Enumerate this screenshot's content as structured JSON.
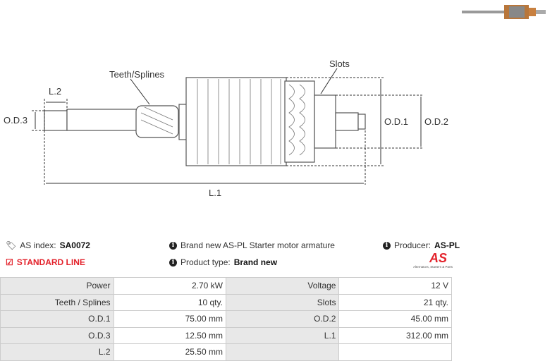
{
  "diagram": {
    "labels": {
      "teeth": "Teeth/Splines",
      "slots": "Slots",
      "od1": "O.D.1",
      "od2": "O.D.2",
      "od3": "O.D.3",
      "l1": "L.1",
      "l2": "L.2"
    }
  },
  "info": {
    "as_index_label": "AS index:",
    "as_index": "SA0072",
    "line": "STANDARD LINE",
    "description": "Brand new AS-PL Starter motor armature",
    "product_type_label": "Product type:",
    "product_type": "Brand new",
    "producer_label": "Producer:",
    "producer": "AS-PL",
    "logo_text": "AS",
    "logo_tagline": "Alternators, Starters & Parts"
  },
  "specs": [
    [
      {
        "k": "Power",
        "v": "2.70 kW"
      },
      {
        "k": "Voltage",
        "v": "12 V"
      }
    ],
    [
      {
        "k": "Teeth / Splines",
        "v": "10 qty."
      },
      {
        "k": "Slots",
        "v": "21 qty."
      }
    ],
    [
      {
        "k": "O.D.1",
        "v": "75.00 mm"
      },
      {
        "k": "O.D.2",
        "v": "45.00 mm"
      }
    ],
    [
      {
        "k": "O.D.3",
        "v": "12.50 mm"
      },
      {
        "k": "L.1",
        "v": "312.00 mm"
      }
    ],
    [
      {
        "k": "L.2",
        "v": "25.50 mm"
      },
      {
        "k": "",
        "v": ""
      }
    ]
  ],
  "colors": {
    "accent": "#e3222b"
  }
}
